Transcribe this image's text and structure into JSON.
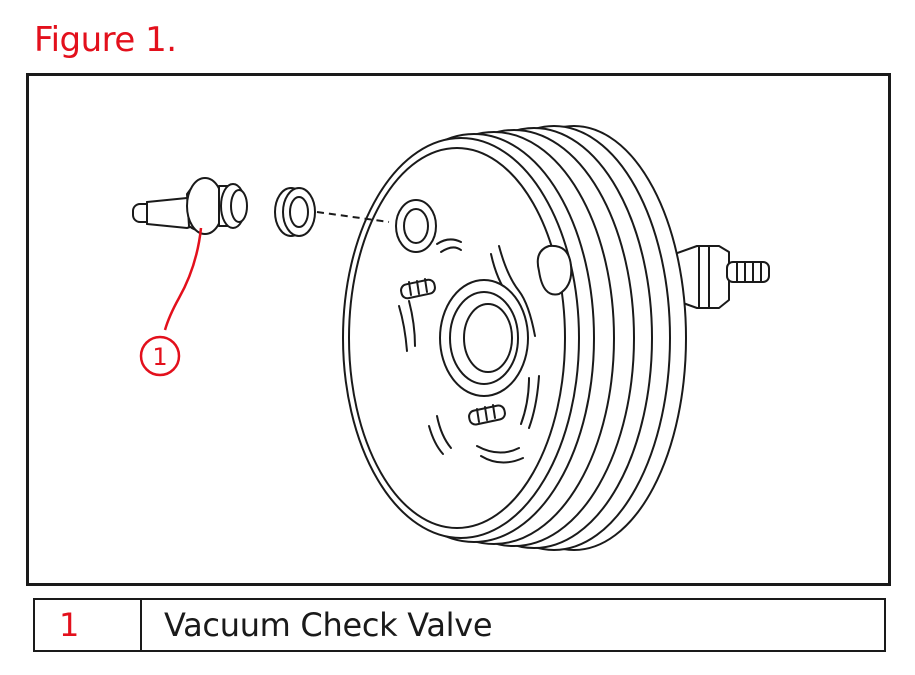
{
  "figure": {
    "title": "Figure 1.",
    "accent_color": "#e3101c",
    "callout_number": "1"
  },
  "legend": {
    "rows": [
      {
        "number": "1",
        "description": "Vacuum Check Valve"
      }
    ]
  },
  "icons": [
    "brake-booster-drawing",
    "vacuum-check-valve-drawing",
    "grommet-drawing",
    "callout-circle"
  ]
}
